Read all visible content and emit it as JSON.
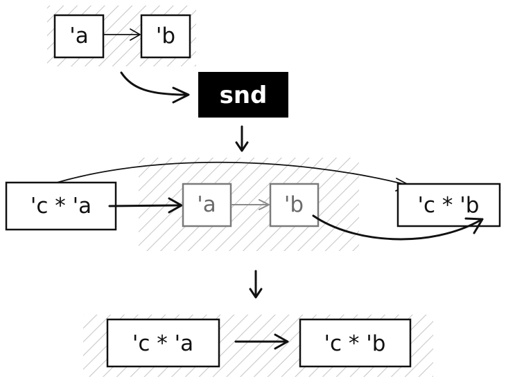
{
  "top_row": {
    "left_box": "'a",
    "right_box": "'b"
  },
  "function_label": "snd",
  "middle_row": {
    "input_box": "'c * 'a",
    "inner_left_box": "'a",
    "inner_right_box": "'b",
    "output_box": "'c * 'b"
  },
  "bottom_row": {
    "left_box": "'c * 'a",
    "right_box": "'c * 'b"
  },
  "colors": {
    "ink": "#111111",
    "muted": "#7a7a7a",
    "hatch": "#c8c8c8",
    "label_bg": "#000000"
  }
}
